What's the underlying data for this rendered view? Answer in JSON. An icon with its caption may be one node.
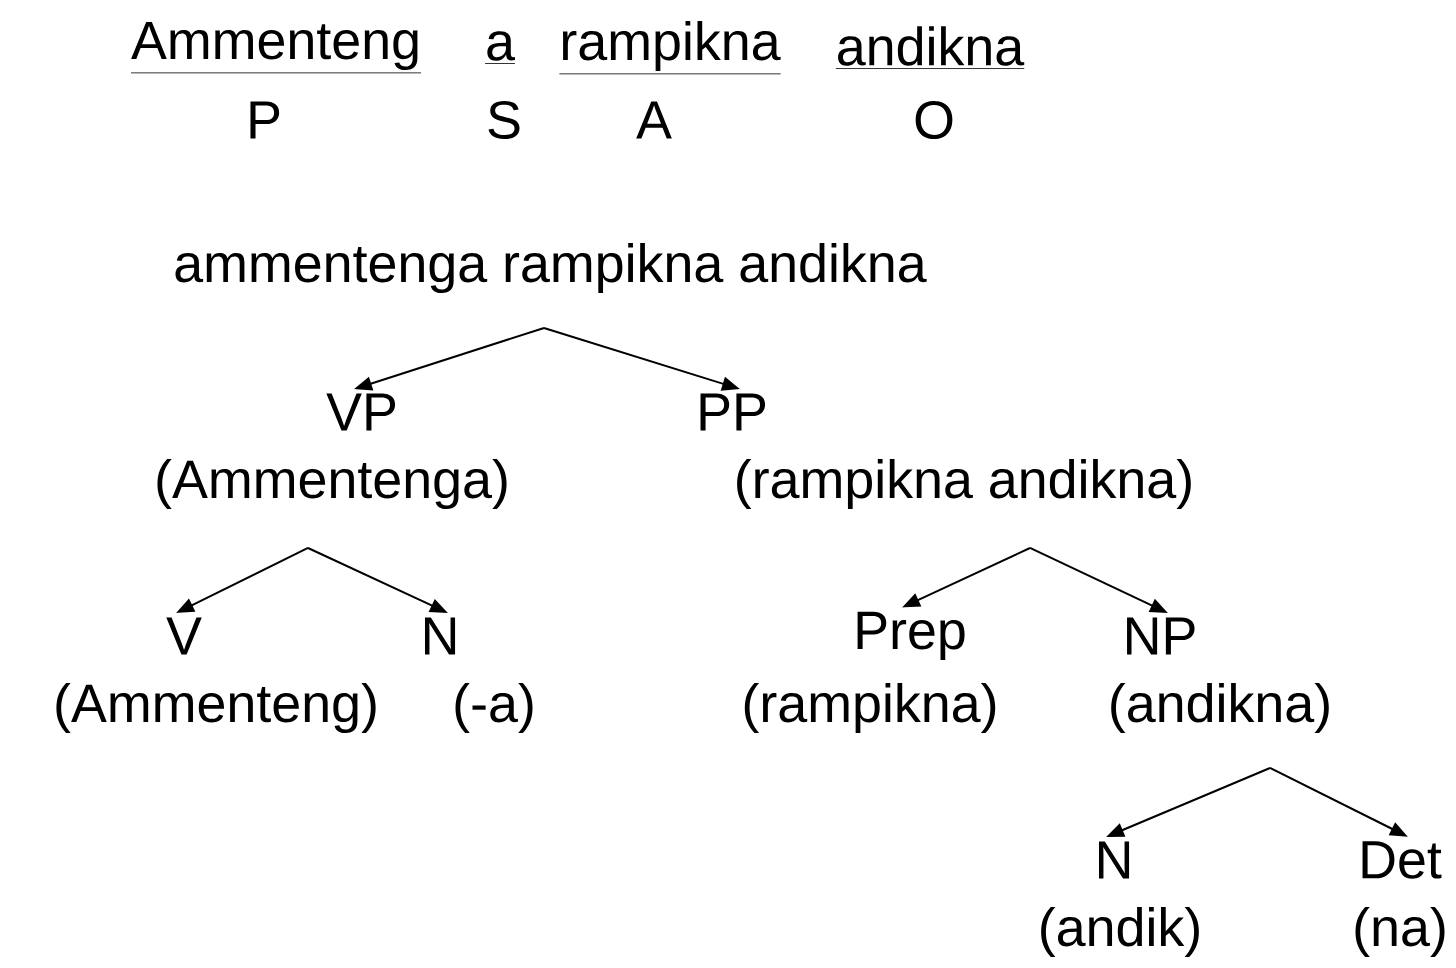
{
  "diagram": {
    "nodes": [
      {
        "text": [
          "ammentenga rampikna andikna"
        ]
      },
      {
        "text": [
          "VP",
          "(Ammentenga)"
        ]
      },
      {
        "text": [
          "PP",
          "(rampikna andikna)"
        ]
      },
      {
        "text": [
          "V",
          "(Ammenteng)"
        ]
      },
      {
        "text": [
          "N",
          "(-a)"
        ]
      },
      {
        "text": [
          "Prep",
          "(rampikna)"
        ]
      },
      {
        "text": [
          "NP",
          "(andikna)"
        ]
      },
      {
        "text": [
          "N",
          "(andik)"
        ]
      },
      {
        "text": [
          "Det",
          "(na)"
        ]
      }
    ],
    "edges": [
      {
        "from": 0,
        "to": 1,
        "arrow": "to"
      },
      {
        "from": 0,
        "to": 2,
        "arrow": "to"
      },
      {
        "from": 1,
        "to": 3,
        "arrow": "to"
      },
      {
        "from": 1,
        "to": 4,
        "arrow": "to"
      },
      {
        "from": 2,
        "to": 5,
        "arrow": "to"
      },
      {
        "from": 2,
        "to": 6,
        "arrow": "to"
      },
      {
        "from": 6,
        "to": 7,
        "arrow": "to"
      },
      {
        "from": 6,
        "to": 8,
        "arrow": "to"
      }
    ],
    "labels": [
      "Ammenteng",
      "a",
      "rampikna",
      "andikna",
      "P",
      "S",
      "A",
      "O"
    ]
  }
}
